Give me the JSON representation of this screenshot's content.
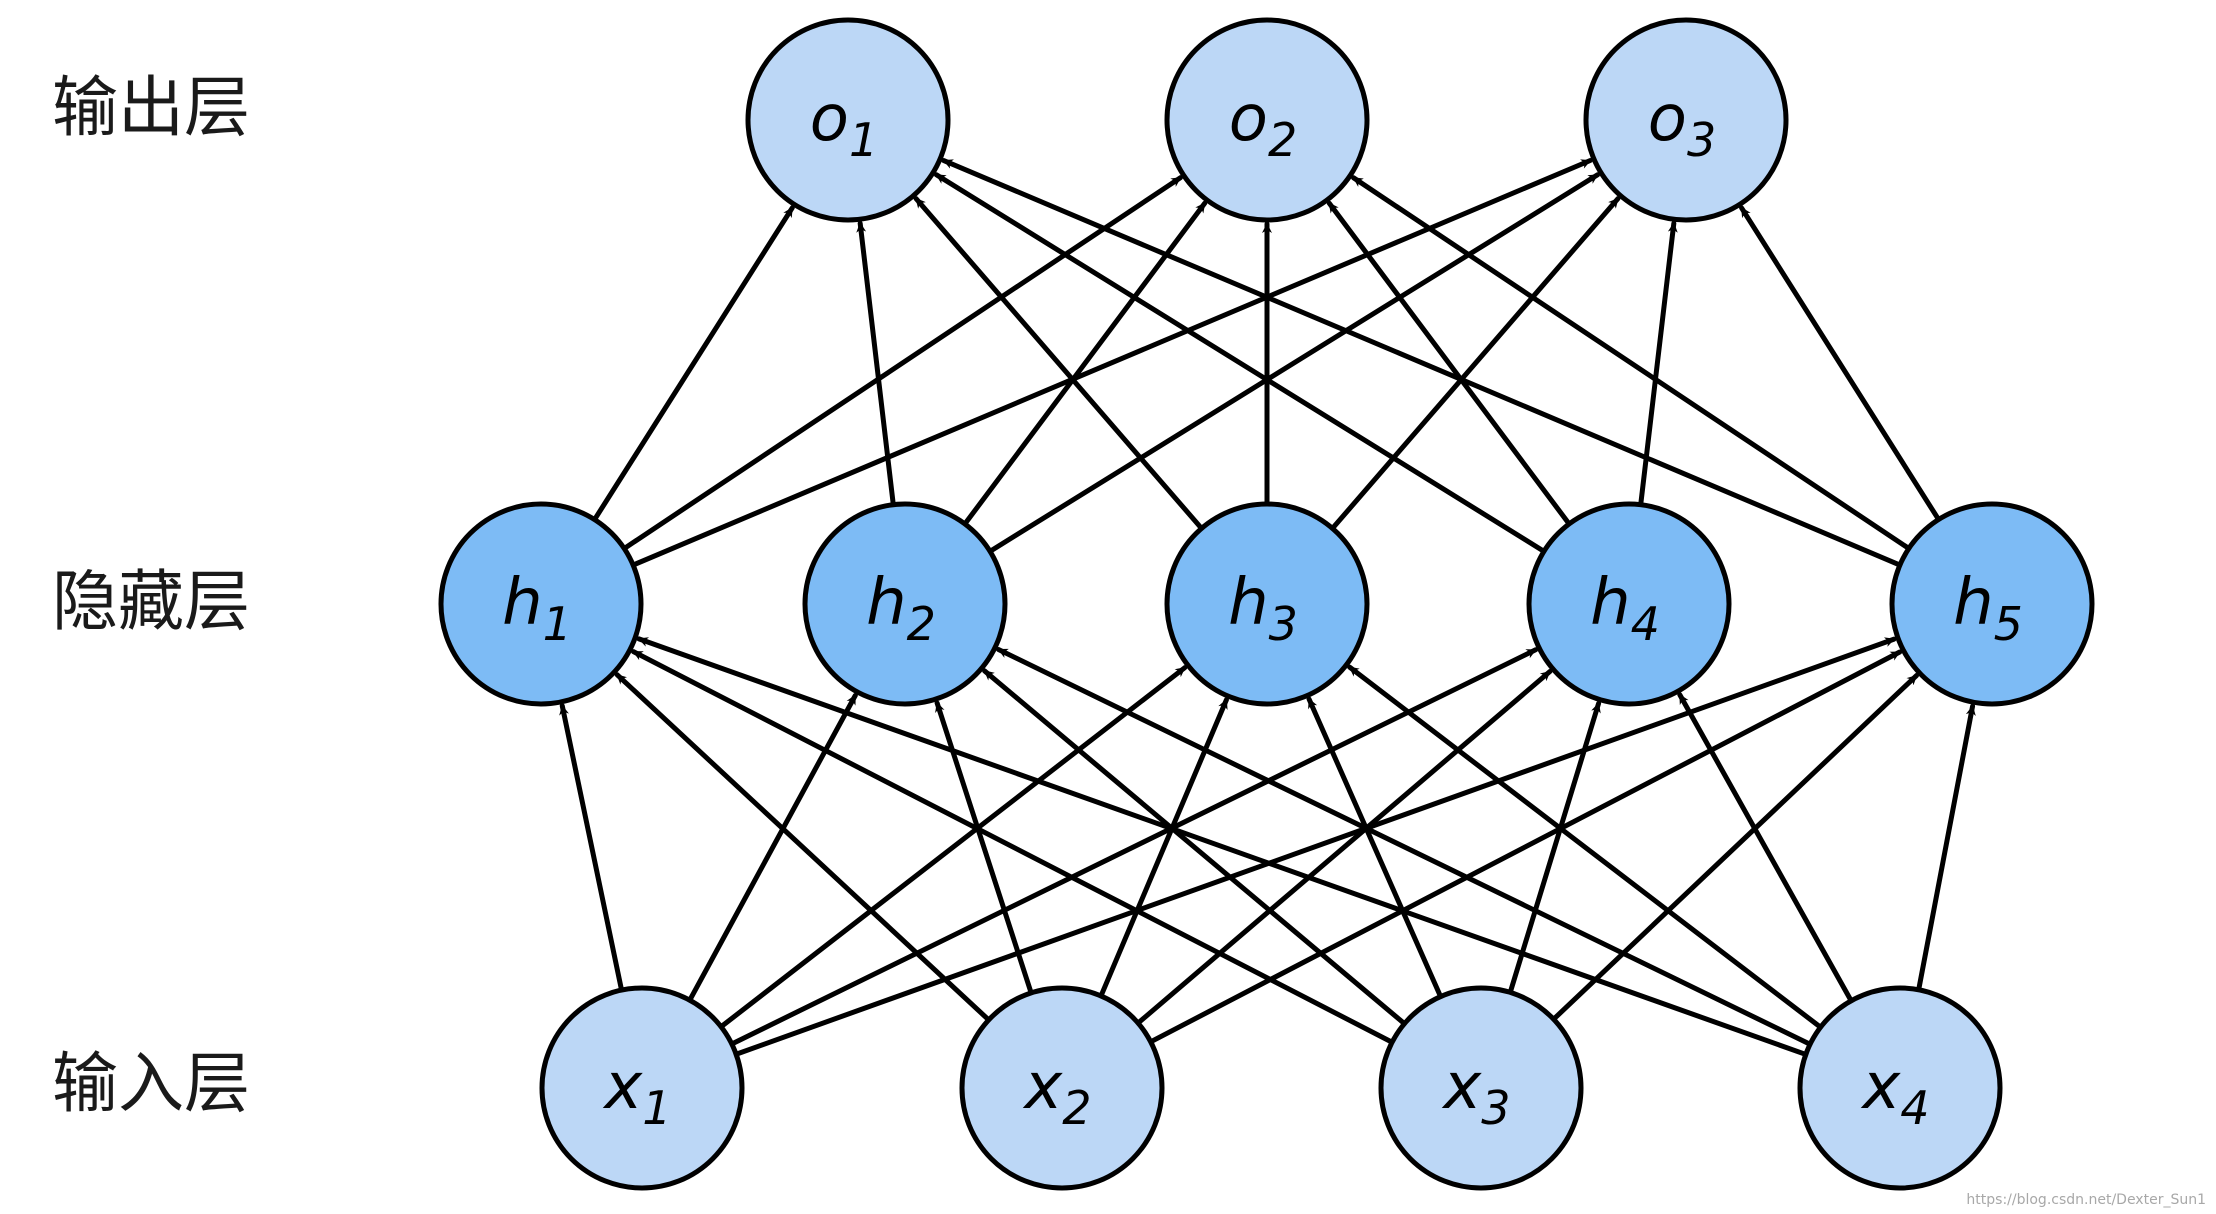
{
  "layers": [
    {
      "id": "output",
      "label": "输出层",
      "fill": "#bcd7f6",
      "nodes": [
        {
          "sym": "o",
          "sub": "1"
        },
        {
          "sym": "o",
          "sub": "2"
        },
        {
          "sym": "o",
          "sub": "3"
        }
      ]
    },
    {
      "id": "hidden",
      "label": "隐藏层",
      "fill": "#7dbbf5",
      "nodes": [
        {
          "sym": "h",
          "sub": "1"
        },
        {
          "sym": "h",
          "sub": "2"
        },
        {
          "sym": "h",
          "sub": "3"
        },
        {
          "sym": "h",
          "sub": "4"
        },
        {
          "sym": "h",
          "sub": "5"
        }
      ]
    },
    {
      "id": "input",
      "label": "输入层",
      "fill": "#bcd7f6",
      "nodes": [
        {
          "sym": "x",
          "sub": "1"
        },
        {
          "sym": "x",
          "sub": "2"
        },
        {
          "sym": "x",
          "sub": "3"
        },
        {
          "sym": "x",
          "sub": "4"
        }
      ]
    }
  ],
  "connections": [
    {
      "from": "input",
      "to": "hidden",
      "pattern": "fully-connected"
    },
    {
      "from": "hidden",
      "to": "output",
      "pattern": "fully-connected"
    }
  ],
  "colors": {
    "stroke": "#000000",
    "background": "#ffffff"
  },
  "watermark": "https://blog.csdn.net/Dexter_Sun1"
}
